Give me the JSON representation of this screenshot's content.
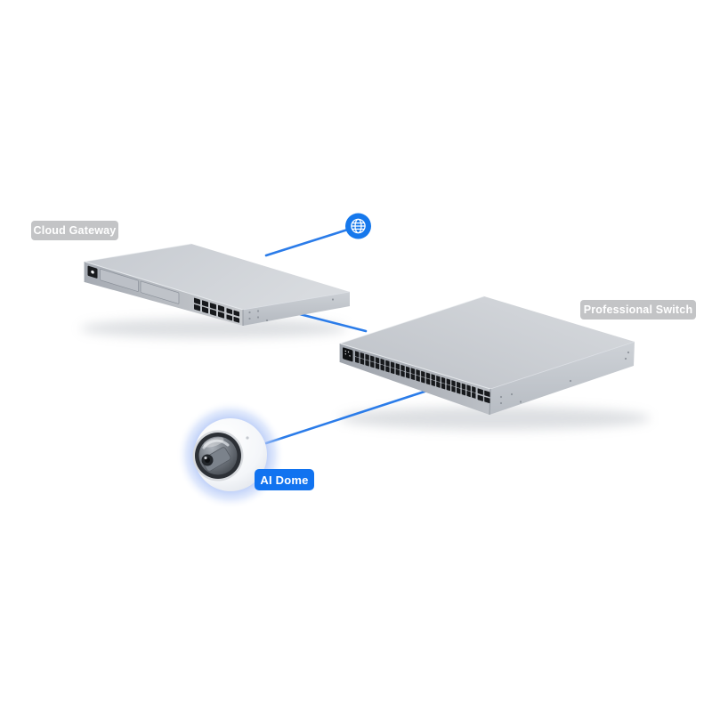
{
  "diagram": {
    "background_color": "#ffffff",
    "colors": {
      "connection_line_blue": "#2b7ce9",
      "globe_icon_blue": "#1678ec",
      "ai_dome_badge_blue": "#1173f0",
      "device_label_badge_gray": "#c3c4c6",
      "badge_text": "#ffffff",
      "device_body_gray": "#c9cdd3",
      "port_black": "#17191c"
    },
    "nodes": {
      "internet": {
        "icon": "globe-icon"
      },
      "cloud_gateway": {
        "label": "Cloud Gateway",
        "badge_style": "gray"
      },
      "professional_switch": {
        "label": "Professional Switch",
        "badge_style": "gray"
      },
      "ai_dome": {
        "label": "AI Dome",
        "badge_style": "blue"
      }
    },
    "connections": [
      {
        "from": "internet",
        "to": "cloud_gateway"
      },
      {
        "from": "cloud_gateway",
        "to": "professional_switch"
      },
      {
        "from": "professional_switch",
        "to": "ai_dome"
      }
    ]
  }
}
